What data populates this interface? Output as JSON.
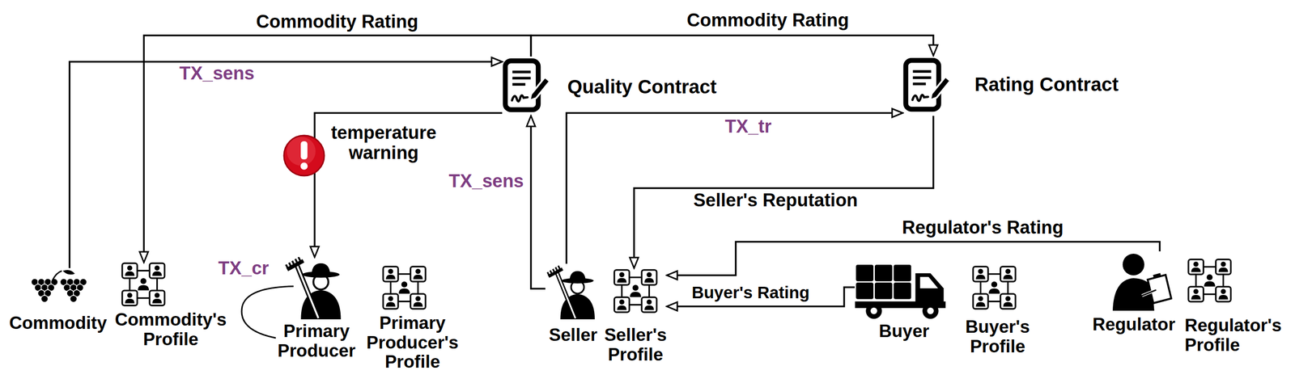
{
  "diagram": {
    "nodes": [
      {
        "text": [
          "Quality Contract"
        ]
      },
      {
        "text": [
          "Rating Contract"
        ]
      },
      {
        "text": [
          "Commodity"
        ]
      },
      {
        "text": [
          "Commodity's Profile"
        ]
      },
      {
        "text": [
          "Primary Producer"
        ]
      },
      {
        "text": [
          "Primary Producer's Profile"
        ]
      },
      {
        "text": [
          "Seller"
        ]
      },
      {
        "text": [
          "Seller's Profile"
        ]
      },
      {
        "text": [
          "Buyer"
        ]
      },
      {
        "text": [
          "Buyer's Profile"
        ]
      },
      {
        "text": [
          "Regulator"
        ]
      },
      {
        "text": [
          "Regulator's Profile"
        ]
      }
    ],
    "edges": [
      {
        "from": 2,
        "to": 0,
        "arrow": "to",
        "label": "TX_sens"
      },
      {
        "from": 0,
        "to": 3,
        "arrow": "to",
        "label": "Commodity Rating"
      },
      {
        "from": 0,
        "to": 1,
        "arrow": "to",
        "label": "Commodity Rating"
      },
      {
        "from": 0,
        "to": 4,
        "arrow": "to",
        "label": "temperature warning"
      },
      {
        "from": 6,
        "to": 0,
        "arrow": "to",
        "label": "TX_sens"
      },
      {
        "from": 6,
        "to": 1,
        "arrow": "to",
        "label": "TX_tr"
      },
      {
        "from": 1,
        "to": 7,
        "arrow": "to",
        "label": "Seller's Reputation"
      },
      {
        "from": 10,
        "to": 7,
        "arrow": "to",
        "label": "Regulator's Rating"
      },
      {
        "from": 8,
        "to": 7,
        "arrow": "to",
        "label": "Buyer's Rating"
      }
    ],
    "labels": [
      "TX_cr"
    ]
  }
}
